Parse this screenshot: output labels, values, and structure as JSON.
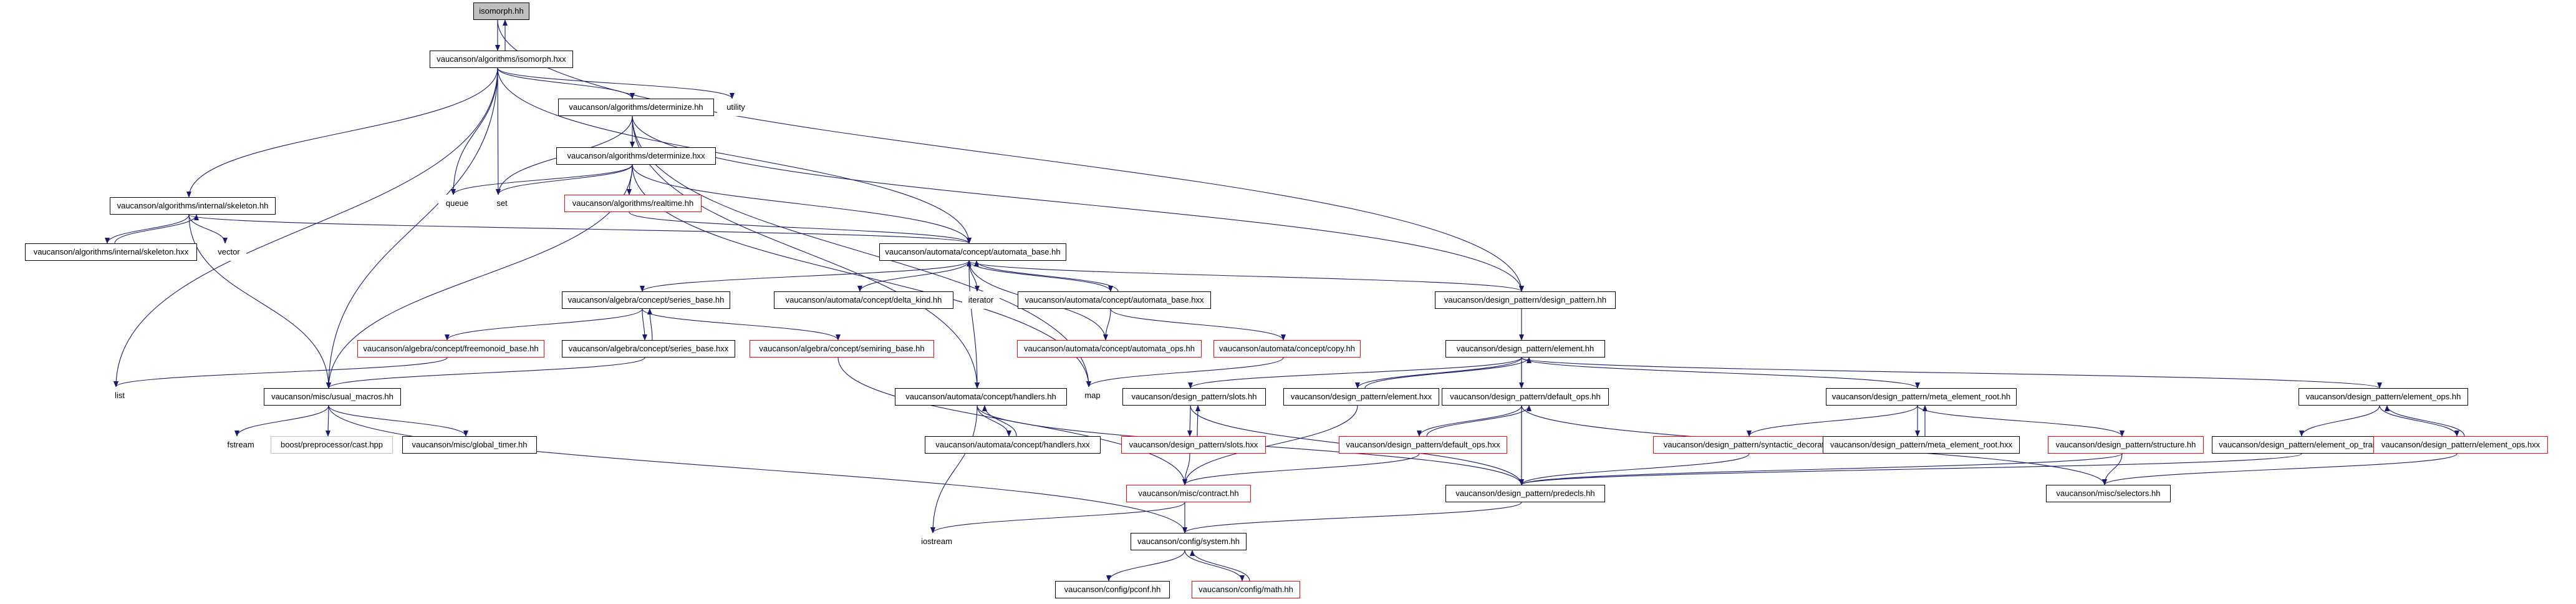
{
  "colors": {
    "edge": "#191970",
    "node_border": "#000000",
    "highlight_border": "#ff0000",
    "root_fill": "#bfbfbf"
  },
  "nodes": [
    {
      "id": "isomorph_hh",
      "label": "isomorph.hh",
      "style": "root"
    },
    {
      "id": "isomorph_hxx",
      "label": "vaucanson/algorithms/isomorph.hxx",
      "style": "black"
    },
    {
      "id": "utility",
      "label": "utility",
      "style": "none"
    },
    {
      "id": "determinize_hh",
      "label": "vaucanson/algorithms/determinize.hh",
      "style": "black"
    },
    {
      "id": "determinize_hxx",
      "label": "vaucanson/algorithms/determinize.hxx",
      "style": "black"
    },
    {
      "id": "queue",
      "label": "queue",
      "style": "none"
    },
    {
      "id": "set",
      "label": "set",
      "style": "none"
    },
    {
      "id": "realtime_hh",
      "label": "vaucanson/algorithms/realtime.hh",
      "style": "red"
    },
    {
      "id": "skeleton_hh",
      "label": "vaucanson/algorithms/internal/skeleton.hh",
      "style": "black"
    },
    {
      "id": "skeleton_hxx",
      "label": "vaucanson/algorithms/internal/skeleton.hxx",
      "style": "black"
    },
    {
      "id": "vector",
      "label": "vector",
      "style": "none"
    },
    {
      "id": "automata_base_hh",
      "label": "vaucanson/automata/concept/automata_base.hh",
      "style": "black"
    },
    {
      "id": "series_base_hh",
      "label": "vaucanson/algebra/concept/series_base.hh",
      "style": "black"
    },
    {
      "id": "delta_kind_hh",
      "label": "vaucanson/automata/concept/delta_kind.hh",
      "style": "black"
    },
    {
      "id": "iterator",
      "label": "iterator",
      "style": "none"
    },
    {
      "id": "automata_base_hxx",
      "label": "vaucanson/automata/concept/automata_base.hxx",
      "style": "black"
    },
    {
      "id": "design_pattern_hh",
      "label": "vaucanson/design_pattern/design_pattern.hh",
      "style": "black"
    },
    {
      "id": "freemonoid_base_hh",
      "label": "vaucanson/algebra/concept/freemonoid_base.hh",
      "style": "red"
    },
    {
      "id": "series_base_hxx",
      "label": "vaucanson/algebra/concept/series_base.hxx",
      "style": "black"
    },
    {
      "id": "semiring_base_hh",
      "label": "vaucanson/algebra/concept/semiring_base.hh",
      "style": "red"
    },
    {
      "id": "automata_ops_hh",
      "label": "vaucanson/automata/concept/automata_ops.hh",
      "style": "red"
    },
    {
      "id": "copy_hh",
      "label": "vaucanson/automata/concept/copy.hh",
      "style": "red"
    },
    {
      "id": "element_hh",
      "label": "vaucanson/design_pattern/element.hh",
      "style": "black"
    },
    {
      "id": "list",
      "label": "list",
      "style": "none"
    },
    {
      "id": "usual_macros_hh",
      "label": "vaucanson/misc/usual_macros.hh",
      "style": "black"
    },
    {
      "id": "handlers_hh",
      "label": "vaucanson/automata/concept/handlers.hh",
      "style": "black"
    },
    {
      "id": "map",
      "label": "map",
      "style": "none"
    },
    {
      "id": "slots_hh",
      "label": "vaucanson/design_pattern/slots.hh",
      "style": "black"
    },
    {
      "id": "element_hxx",
      "label": "vaucanson/design_pattern/element.hxx",
      "style": "black"
    },
    {
      "id": "default_ops_hh",
      "label": "vaucanson/design_pattern/default_ops.hh",
      "style": "black"
    },
    {
      "id": "meta_element_root_hh",
      "label": "vaucanson/design_pattern/meta_element_root.hh",
      "style": "black"
    },
    {
      "id": "element_ops_hh",
      "label": "vaucanson/design_pattern/element_ops.hh",
      "style": "black"
    },
    {
      "id": "fstream",
      "label": "fstream",
      "style": "none"
    },
    {
      "id": "cast_hpp",
      "label": "boost/preprocessor/cast.hpp",
      "style": "light"
    },
    {
      "id": "global_timer_hh",
      "label": "vaucanson/misc/global_timer.hh",
      "style": "black"
    },
    {
      "id": "handlers_hxx",
      "label": "vaucanson/automata/concept/handlers.hxx",
      "style": "black"
    },
    {
      "id": "slots_hxx",
      "label": "vaucanson/design_pattern/slots.hxx",
      "style": "red"
    },
    {
      "id": "default_ops_hxx",
      "label": "vaucanson/design_pattern/default_ops.hxx",
      "style": "red"
    },
    {
      "id": "syntactic_decorator_hh",
      "label": "vaucanson/design_pattern/syntactic_decorator.hh",
      "style": "red"
    },
    {
      "id": "meta_element_root_hxx",
      "label": "vaucanson/design_pattern/meta_element_root.hxx",
      "style": "black"
    },
    {
      "id": "structure_hh",
      "label": "vaucanson/design_pattern/structure.hh",
      "style": "red"
    },
    {
      "id": "element_op_traits_hh",
      "label": "vaucanson/design_pattern/element_op_traits.hh",
      "style": "black"
    },
    {
      "id": "element_ops_hxx",
      "label": "vaucanson/design_pattern/element_ops.hxx",
      "style": "red"
    },
    {
      "id": "contract_hh",
      "label": "vaucanson/misc/contract.hh",
      "style": "red"
    },
    {
      "id": "predecls_hh",
      "label": "vaucanson/design_pattern/predecls.hh",
      "style": "black"
    },
    {
      "id": "selectors_hh",
      "label": "vaucanson/misc/selectors.hh",
      "style": "black"
    },
    {
      "id": "iostream",
      "label": "iostream",
      "style": "none"
    },
    {
      "id": "system_hh",
      "label": "vaucanson/config/system.hh",
      "style": "black"
    },
    {
      "id": "pconf_hh",
      "label": "vaucanson/config/pconf.hh",
      "style": "black"
    },
    {
      "id": "math_hh",
      "label": "vaucanson/config/math.hh",
      "style": "red"
    }
  ],
  "edges": [
    [
      "isomorph_hh",
      "isomorph_hxx"
    ],
    [
      "isomorph_hxx",
      "isomorph_hh"
    ],
    [
      "isomorph_hh",
      "design_pattern_hh"
    ],
    [
      "isomorph_hxx",
      "utility"
    ],
    [
      "isomorph_hxx",
      "determinize_hh"
    ],
    [
      "isomorph_hxx",
      "queue"
    ],
    [
      "isomorph_hxx",
      "set"
    ],
    [
      "isomorph_hxx",
      "skeleton_hh"
    ],
    [
      "isomorph_hxx",
      "automata_base_hh"
    ],
    [
      "isomorph_hxx",
      "usual_macros_hh"
    ],
    [
      "isomorph_hxx",
      "list"
    ],
    [
      "determinize_hh",
      "determinize_hxx"
    ],
    [
      "determinize_hh",
      "set"
    ],
    [
      "determinize_hh",
      "design_pattern_hh"
    ],
    [
      "determinize_hh",
      "map"
    ],
    [
      "determinize_hh",
      "handlers_hh"
    ],
    [
      "determinize_hxx",
      "queue"
    ],
    [
      "determinize_hxx",
      "set"
    ],
    [
      "determinize_hxx",
      "realtime_hh"
    ],
    [
      "determinize_hxx",
      "automata_base_hh"
    ],
    [
      "determinize_hxx",
      "usual_macros_hh"
    ],
    [
      "determinize_hxx",
      "map"
    ],
    [
      "realtime_hh",
      "automata_base_hh"
    ],
    [
      "skeleton_hh",
      "skeleton_hxx"
    ],
    [
      "skeleton_hxx",
      "skeleton_hh"
    ],
    [
      "skeleton_hh",
      "vector"
    ],
    [
      "skeleton_hh",
      "automata_base_hh"
    ],
    [
      "skeleton_hh",
      "usual_macros_hh"
    ],
    [
      "automata_base_hh",
      "series_base_hh"
    ],
    [
      "automata_base_hh",
      "delta_kind_hh"
    ],
    [
      "automata_base_hh",
      "iterator"
    ],
    [
      "automata_base_hh",
      "automata_base_hxx"
    ],
    [
      "automata_base_hxx",
      "automata_base_hh"
    ],
    [
      "automata_base_hh",
      "design_pattern_hh"
    ],
    [
      "automata_base_hh",
      "handlers_hh"
    ],
    [
      "series_base_hh",
      "freemonoid_base_hh"
    ],
    [
      "series_base_hh",
      "series_base_hxx"
    ],
    [
      "series_base_hxx",
      "series_base_hh"
    ],
    [
      "series_base_hh",
      "semiring_base_hh"
    ],
    [
      "freemonoid_base_hh",
      "list"
    ],
    [
      "series_base_hxx",
      "usual_macros_hh"
    ],
    [
      "semiring_base_hh",
      "contract_hh"
    ],
    [
      "automata_base_hxx",
      "automata_ops_hh"
    ],
    [
      "automata_base_hxx",
      "copy_hh"
    ],
    [
      "automata_ops_hh",
      "automata_base_hh"
    ],
    [
      "copy_hh",
      "map"
    ],
    [
      "design_pattern_hh",
      "element_hh"
    ],
    [
      "element_hh",
      "slots_hh"
    ],
    [
      "element_hh",
      "element_hxx"
    ],
    [
      "element_hxx",
      "element_hh"
    ],
    [
      "element_hh",
      "default_ops_hh"
    ],
    [
      "element_hh",
      "meta_element_root_hh"
    ],
    [
      "element_hh",
      "element_ops_hh"
    ],
    [
      "element_hh",
      "predecls_hh"
    ],
    [
      "usual_macros_hh",
      "fstream"
    ],
    [
      "usual_macros_hh",
      "cast_hpp"
    ],
    [
      "usual_macros_hh",
      "global_timer_hh"
    ],
    [
      "usual_macros_hh",
      "system_hh"
    ],
    [
      "handlers_hh",
      "handlers_hxx"
    ],
    [
      "handlers_hxx",
      "handlers_hh"
    ],
    [
      "handlers_hh",
      "predecls_hh"
    ],
    [
      "handlers_hh",
      "iostream"
    ],
    [
      "slots_hh",
      "slots_hxx"
    ],
    [
      "slots_hxx",
      "slots_hh"
    ],
    [
      "slots_hh",
      "predecls_hh"
    ],
    [
      "slots_hxx",
      "contract_hh"
    ],
    [
      "element_hxx",
      "contract_hh"
    ],
    [
      "default_ops_hh",
      "default_ops_hxx"
    ],
    [
      "default_ops_hxx",
      "default_ops_hh"
    ],
    [
      "default_ops_hh",
      "predecls_hh"
    ],
    [
      "default_ops_hh",
      "selectors_hh"
    ],
    [
      "default_ops_hxx",
      "contract_hh"
    ],
    [
      "meta_element_root_hh",
      "syntactic_decorator_hh"
    ],
    [
      "meta_element_root_hh",
      "meta_element_root_hxx"
    ],
    [
      "meta_element_root_hxx",
      "meta_element_root_hh"
    ],
    [
      "meta_element_root_hh",
      "structure_hh"
    ],
    [
      "syntactic_decorator_hh",
      "predecls_hh"
    ],
    [
      "structure_hh",
      "predecls_hh"
    ],
    [
      "structure_hh",
      "selectors_hh"
    ],
    [
      "element_ops_hh",
      "element_op_traits_hh"
    ],
    [
      "element_ops_hh",
      "element_ops_hxx"
    ],
    [
      "element_ops_hxx",
      "element_ops_hh"
    ],
    [
      "element_op_traits_hh",
      "predecls_hh"
    ],
    [
      "element_ops_hxx",
      "selectors_hh"
    ],
    [
      "contract_hh",
      "iostream"
    ],
    [
      "contract_hh",
      "system_hh"
    ],
    [
      "predecls_hh",
      "system_hh"
    ],
    [
      "system_hh",
      "pconf_hh"
    ],
    [
      "system_hh",
      "math_hh"
    ],
    [
      "math_hh",
      "system_hh"
    ]
  ]
}
